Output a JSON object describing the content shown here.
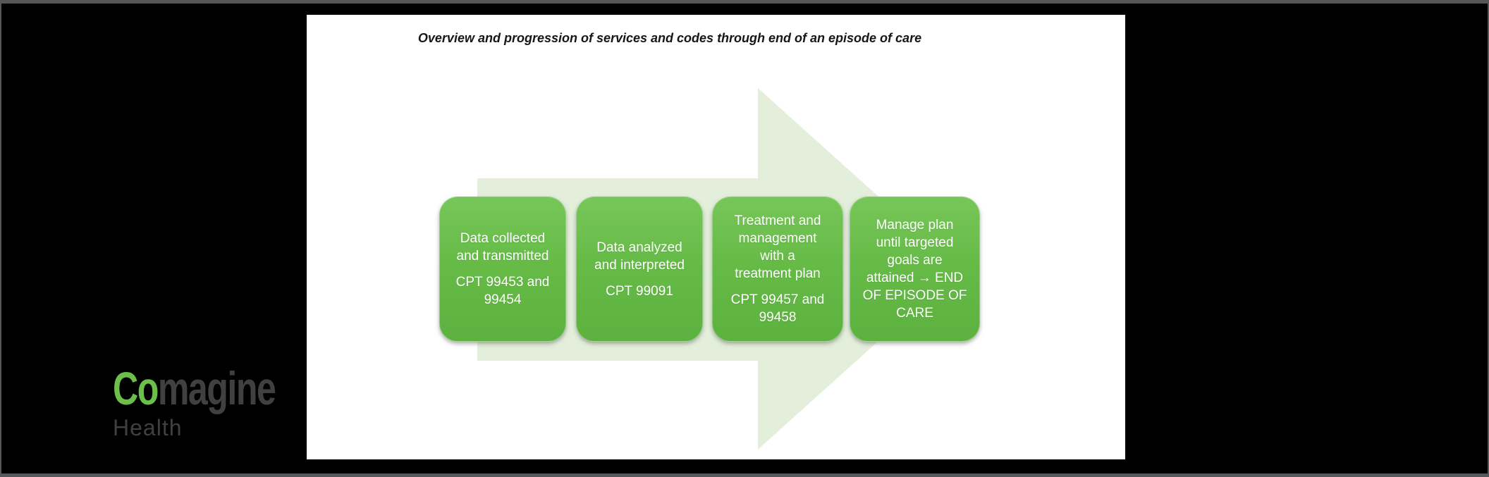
{
  "frame": {
    "background": "#000000",
    "border_color": "#565759"
  },
  "slide": {
    "background": "#ffffff",
    "title": "Overview and progression of services and codes through end of an episode of care"
  },
  "diagram": {
    "type": "process-arrow",
    "arrow_color": "#e3efda",
    "box_green_top": "#77c659",
    "box_green_bottom": "#5db23f",
    "box_text_color": "#ffffff",
    "steps": [
      {
        "label": "Data collected\nand transmitted",
        "code": "CPT 99453 and\n99454"
      },
      {
        "label": "Data analyzed\nand interpreted",
        "code": "CPT 99091"
      },
      {
        "label": "Treatment and\nmanagement\nwith a\ntreatment plan",
        "code": "CPT 99457 and\n99458"
      },
      {
        "label": "Manage plan\nuntil targeted\ngoals are\nattained → END\nOF EPISODE OF\nCARE",
        "code": ""
      }
    ]
  },
  "logo": {
    "word_start": "Co",
    "word_end": "magine",
    "subtitle": "Health",
    "green": "#6cbf4b",
    "gray": "#3e4042"
  }
}
